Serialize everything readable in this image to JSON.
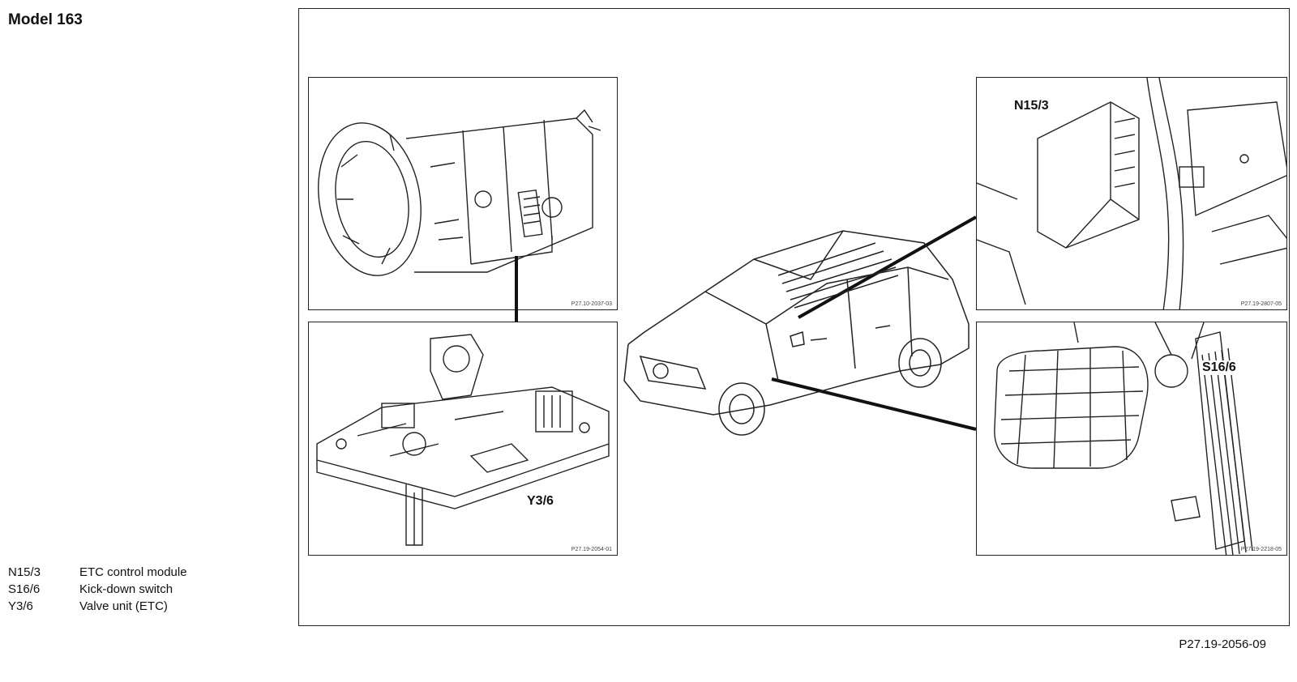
{
  "model_title": "Model 163",
  "legend": [
    {
      "code": "N15/3",
      "description": "ETC control module"
    },
    {
      "code": "S16/6",
      "description": "Kick-down switch"
    },
    {
      "code": "Y3/6",
      "description": "Valve unit (ETC)"
    }
  ],
  "figure_id": "P27.19-2056-09",
  "panels": {
    "transmission": {
      "image_id": "P27.10-2037-03"
    },
    "valve_unit": {
      "label": "Y3/6",
      "image_id": "P27.19-2054-01"
    },
    "control_module": {
      "label": "N15/3",
      "image_id": "P27.19-2807-05"
    },
    "pedals": {
      "label": "S16/6",
      "image_id": "P27.19-2218-05"
    }
  }
}
